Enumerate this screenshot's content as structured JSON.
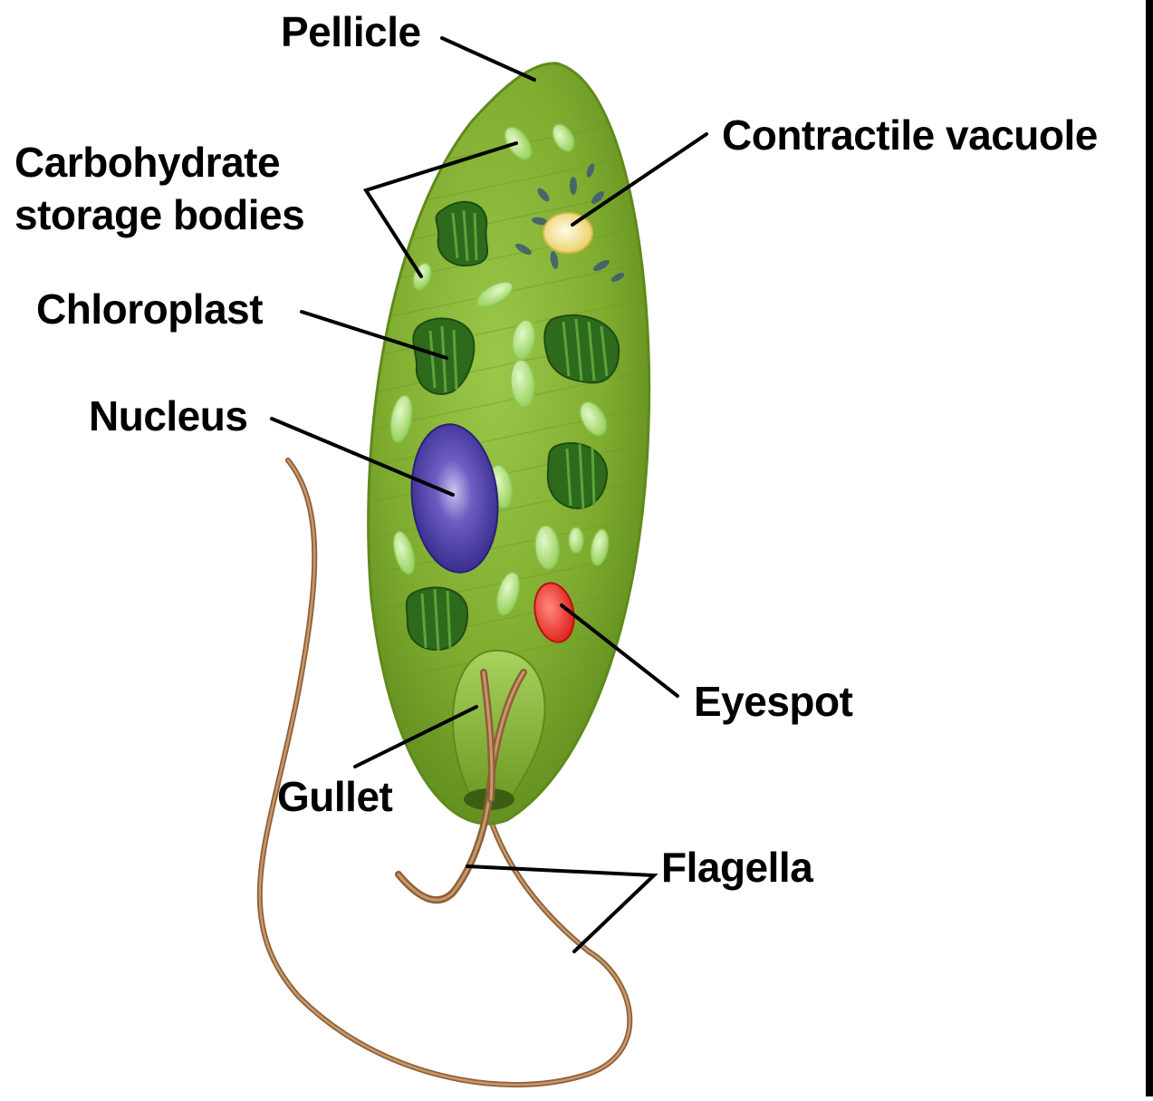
{
  "labels": {
    "pellicle": "Pellicle",
    "contractile_vacuole": "Contractile vacuole",
    "carbohydrate_line1": "Carbohydrate",
    "carbohydrate_line2": "storage bodies",
    "chloroplast": "Chloroplast",
    "nucleus": "Nucleus",
    "eyespot": "Eyespot",
    "gullet": "Gullet",
    "flagella": "Flagella"
  },
  "colors": {
    "cell_body": "#7fae2e",
    "cell_edge": "#5e8a1c",
    "chloroplast": "#2f6a1e",
    "storage_body": "#b9e58f",
    "nucleus": "#4a3c9e",
    "eyespot": "#e8312c",
    "contractile_vacuole": "#f3e59a",
    "flagella": "#a5774b",
    "leader_lines": "#000000"
  }
}
